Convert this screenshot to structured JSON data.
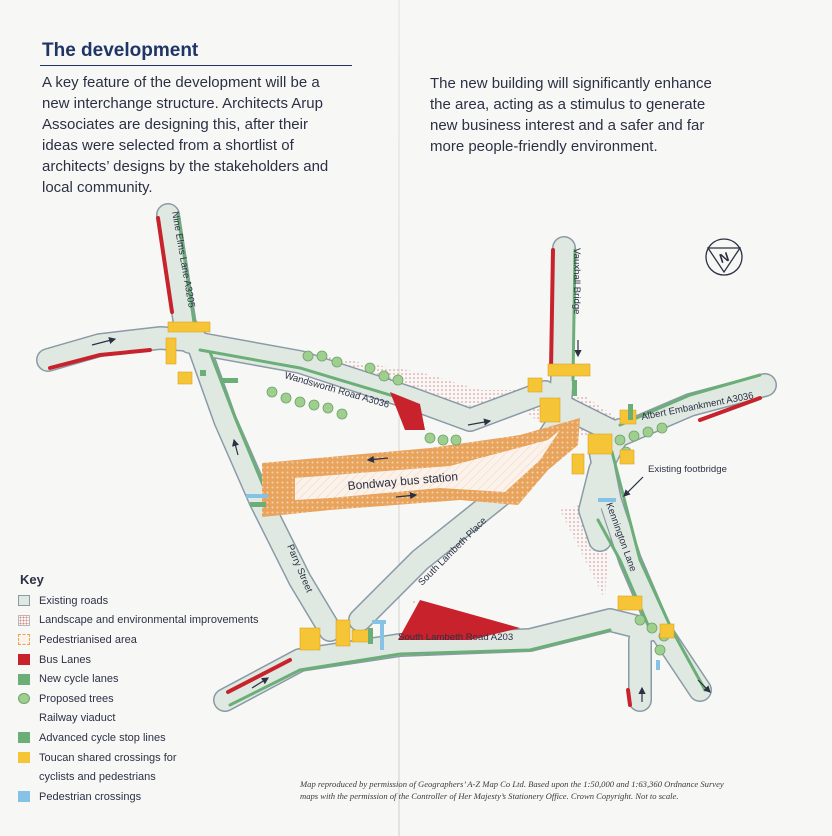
{
  "heading": "The development",
  "paragraph_left": "A key feature of the development will be a\nnew interchange structure. Architects Arup\nAssociates are designing this, after their\nideas were selected from a shortlist of\narchitects’ designs by the stakeholders and\nlocal community.",
  "paragraph_right": "The new building will significantly enhance\nthe area, acting as a stimulus to generate\nnew business interest and a safer and far\nmore people-friendly environment.",
  "map": {
    "labels": {
      "nine_elms": "Nine Elms Lane A3205",
      "vauxhall_bridge": "Vauxhall Bridge",
      "wandsworth_road": "Wandsworth Road A3036",
      "albert_embankment": "Albert Embankment A3036",
      "existing_footbridge": "Existing footbridge",
      "bondway": "Bondway bus station",
      "kennington_lane": "Kennington Lane",
      "parry_street": "Parry Street",
      "south_lambeth_place": "South Lambeth Place",
      "south_lambeth_road": "South Lambeth Road A203"
    },
    "north_symbol": "N"
  },
  "colors": {
    "road": "#dfe9e2",
    "road_outline": "#8a9aa6",
    "cycle_lane": "#6cae77",
    "bus_lane": "#c8232c",
    "pedestrian_area": "#e8a35c",
    "toucan": "#f6c437",
    "tree": "#9fcf8e",
    "landscape": "#d98a8a",
    "ped_crossing": "#86c2e6",
    "text": "#2d3044",
    "heading": "#1f3566"
  },
  "key": {
    "title": "Key",
    "items": [
      {
        "label": "Existing roads",
        "swatch": "existing-roads"
      },
      {
        "label": "Landscape and environmental improvements",
        "swatch": "landscape"
      },
      {
        "label": "Pedestrianised area",
        "swatch": "pedestrianised"
      },
      {
        "label": "Bus Lanes",
        "swatch": "bus-lanes"
      },
      {
        "label": "New cycle lanes",
        "swatch": "cycle-lanes"
      },
      {
        "label": "Proposed trees",
        "swatch": "trees"
      },
      {
        "label": "Railway viaduct",
        "swatch": "viaduct"
      },
      {
        "label": "Advanced cycle stop lines",
        "swatch": "stop-lines"
      },
      {
        "label": "Toucan shared crossings for",
        "swatch": "toucan"
      },
      {
        "label": "cyclists and pedestrians",
        "swatch": "none"
      },
      {
        "label": "Pedestrian crossings",
        "swatch": "ped-crossings"
      }
    ]
  },
  "credit": "Map reproduced by permission of Geographers’ A-Z Map Co Ltd. Based upon the 1:50,000 and 1:63,360 Ordnance Survey\nmaps with the permission of the Controller of Her Majesty’s Stationery Office. Crown Copyright. Not to scale."
}
